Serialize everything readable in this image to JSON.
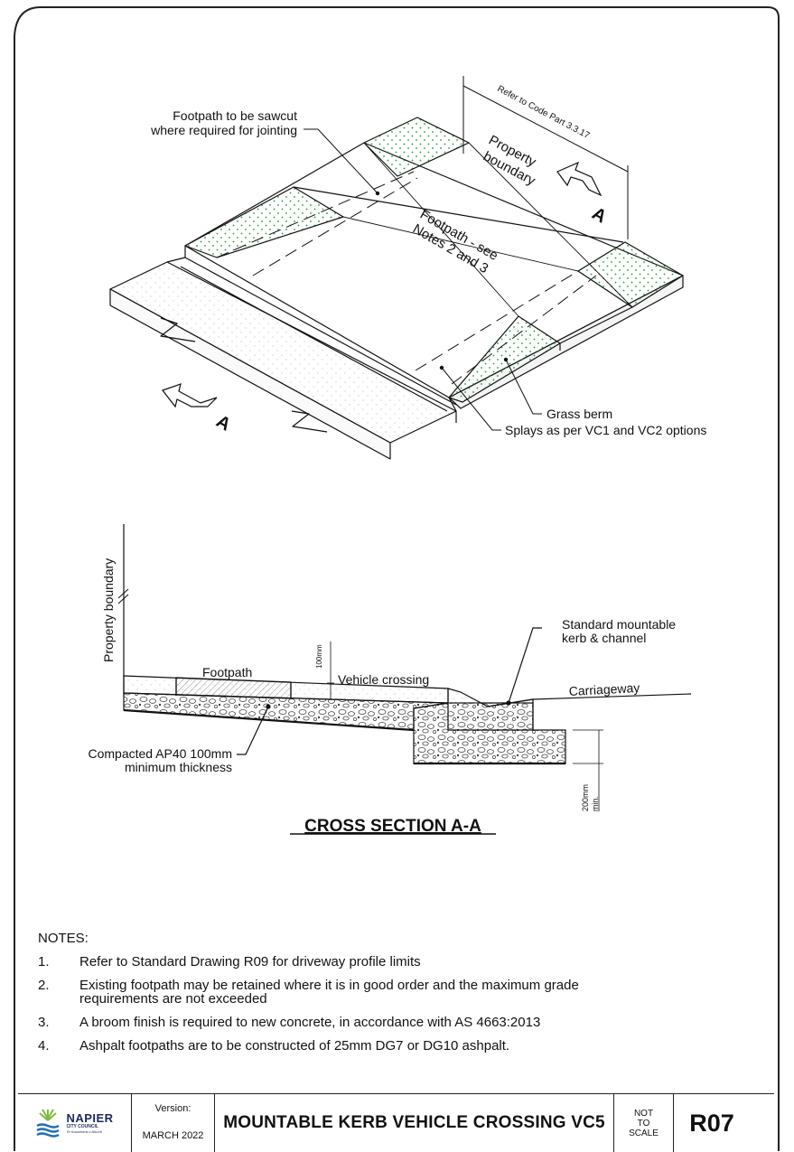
{
  "labels": {
    "sawcut": [
      "Footpath to be sawcut",
      "where required for jointing"
    ],
    "code_ref": "Refer to Code Part 3.3.17",
    "property_boundary_iso": [
      "Property",
      "boundary"
    ],
    "footpath_notes": [
      "Footpath - see",
      "Notes 2 and 3"
    ],
    "section_marker": "A",
    "grass_berm": "Grass berm",
    "splays": "Splays as per VC1 and VC2 options"
  },
  "section": {
    "property_boundary": "Property boundary",
    "footpath": "Footpath",
    "vehicle_crossing": "Vehicle crossing",
    "dim_100": "100mm",
    "kerb": [
      "Standard mountable",
      "kerb & channel"
    ],
    "carriageway": "Carriageway",
    "compacted": [
      "Compacted AP40 100mm",
      "minimum thickness"
    ],
    "dim_200": [
      "200mm",
      "min."
    ],
    "title": "CROSS SECTION A-A"
  },
  "notes": {
    "heading": "NOTES:",
    "items": [
      {
        "num": "1.",
        "text": "Refer to Standard Drawing R09 for driveway profile limits"
      },
      {
        "num": "2.",
        "text": "Existing footpath may be retained where it is in good order and the maximum grade requirements are not exceeded"
      },
      {
        "num": "3.",
        "text": "A broom finish is required to new concrete, in accordance with AS 4663:2013"
      },
      {
        "num": "4.",
        "text": "Ashpalt footpaths are to be constructed of 25mm DG7 or DG10 ashpalt."
      }
    ]
  },
  "title_block": {
    "logo_name": "NAPIER",
    "logo_sub": "CITY COUNCIL",
    "logo_tagline": "Te Kaunihera o Ahuriri",
    "version_label": "Version:",
    "version_value": "MARCH 2022",
    "drawing_title": "MOUNTABLE KERB VEHICLE CROSSING VC5",
    "scale": [
      "NOT",
      "TO",
      "SCALE"
    ],
    "drawing_number": "R07"
  },
  "colors": {
    "grass_dot": "#1f9a3c",
    "logo_green": "#7dbb3d",
    "logo_blue": "#1e6fb8",
    "logo_navy": "#1b2a5a"
  }
}
